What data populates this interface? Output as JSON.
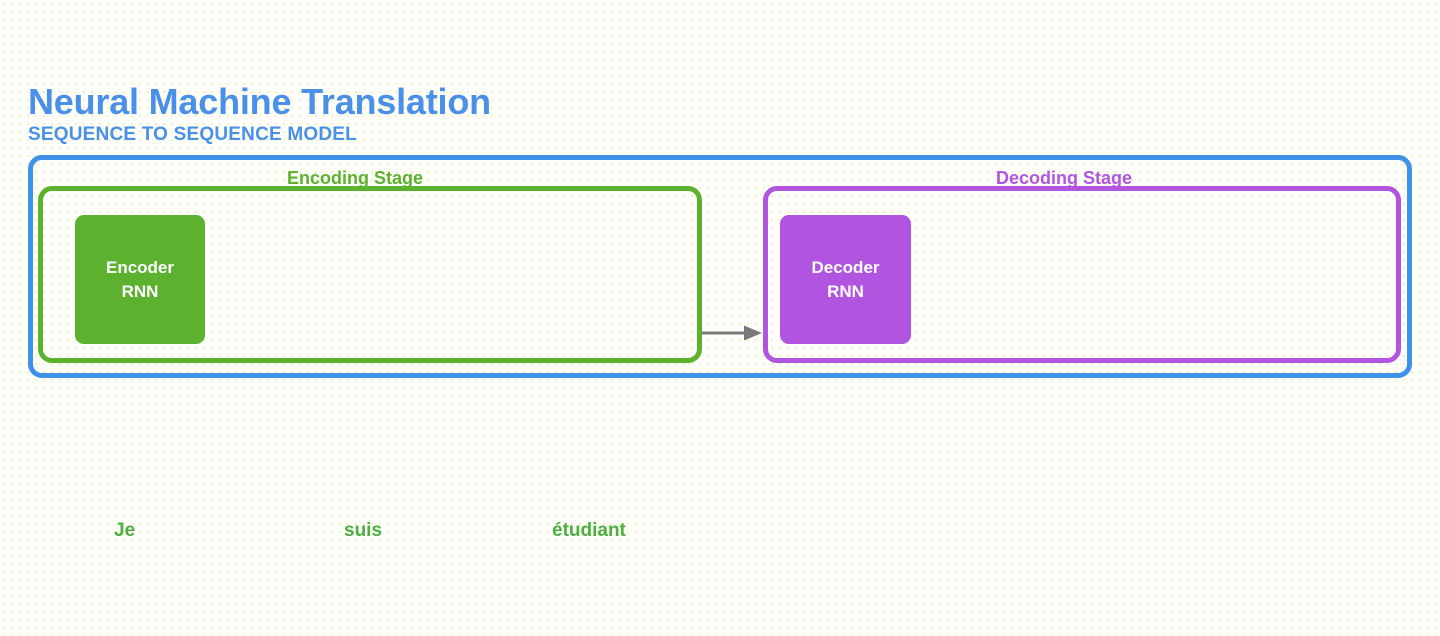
{
  "header": {
    "title": "Neural Machine Translation",
    "subtitle": "SEQUENCE TO SEQUENCE MODEL",
    "title_color": "#4a90e8"
  },
  "diagram": {
    "outer_frame_color": "#3e93e8",
    "stages": [
      {
        "label": "Encoding Stage",
        "color": "#5cb22e",
        "block_label_line1": "Encoder",
        "block_label_line2": "RNN"
      },
      {
        "label": "Decoding Stage",
        "color": "#b155e0",
        "block_label_line1": "Decoder",
        "block_label_line2": "RNN"
      }
    ],
    "connector": {
      "name": "arrow-encoder-to-decoder",
      "color": "#7a7a7a",
      "direction": "right"
    }
  },
  "output": {
    "words": [
      "Je",
      "suis",
      "étudiant"
    ],
    "color": "#4caf3f"
  }
}
